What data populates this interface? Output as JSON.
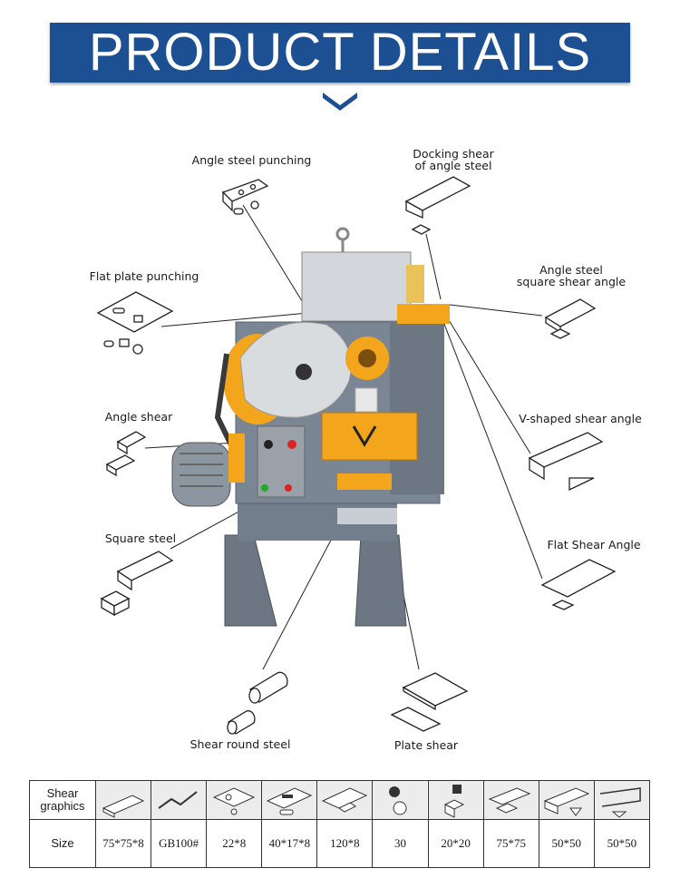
{
  "header": {
    "title": "PRODUCT DETAILS"
  },
  "callouts": {
    "angle_steel_punching": "Angle steel punching",
    "docking_shear_1": "Docking shear",
    "docking_shear_2": "of angle steel",
    "flat_plate_punching": "Flat plate punching",
    "angle_square_1": "Angle steel",
    "angle_square_2": "square shear angle",
    "angle_shear": "Angle shear",
    "v_shaped": "V-shaped shear angle",
    "square_steel": "Square steel",
    "flat_shear_angle": "Flat Shear Angle",
    "shear_round_steel": "Shear round steel",
    "plate_shear": "Plate shear"
  },
  "table": {
    "row1_header_1": "Shear",
    "row1_header_2": "graphics",
    "row2_header": "Size",
    "sizes": [
      "75*75*8",
      "GB100#",
      "22*8",
      "40*17*8",
      "120*8",
      "30",
      "20*20",
      "75*75",
      "50*50",
      "50*50"
    ]
  },
  "colors": {
    "banner": "#1d4f93",
    "machine_gray": "#7b8694",
    "accent_orange": "#f3a51c"
  }
}
